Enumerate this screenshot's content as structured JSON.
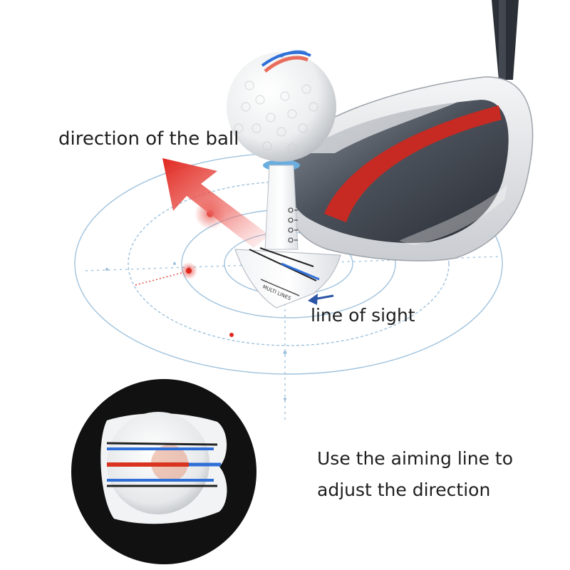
{
  "labels": {
    "ball_direction": "direction of the ball",
    "line_of_sight": "line of sight",
    "aiming_line_1": "Use the aiming line to",
    "aiming_line_2": "adjust the direction"
  },
  "tee_imprint": "MULTI LINES",
  "colors": {
    "background": "#ffffff",
    "text": "#1e1e1e",
    "target_rings": "#9fc2dd",
    "arrow_red": "#e0261e",
    "pointer_blue": "#2c55a6",
    "stripe_red": "#d8341f",
    "stripe_blue": "#2f6fd8",
    "inset_background": "#111111",
    "club_crown": "#3a3f49",
    "club_red": "#c72a22"
  }
}
